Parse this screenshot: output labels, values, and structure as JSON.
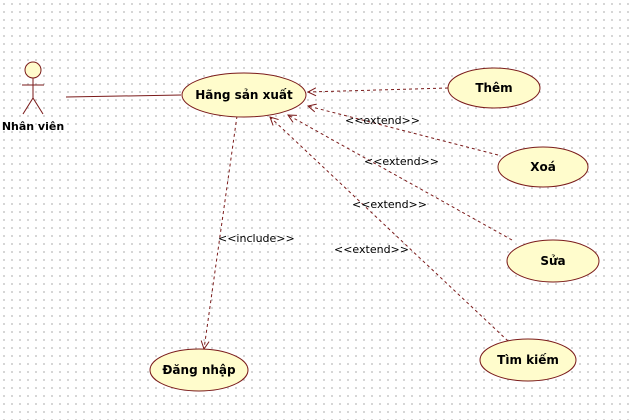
{
  "diagram": {
    "colors": {
      "ellipse_fill": "#fffccc",
      "stroke": "#7a1a1a",
      "text": "#000000"
    },
    "actor": {
      "label": "Nhân viên"
    },
    "use_cases": {
      "main": "Hãng sản xuất",
      "them": "Thêm",
      "xoa": "Xoá",
      "sua": "Sửa",
      "timkiem": "Tìm kiếm",
      "dangnhap": "Đăng nhập"
    },
    "relations": {
      "include": "<<include>>",
      "extend_them": "<<extend>>",
      "extend_xoa": "<<extend>>",
      "extend_sua": "<<extend>>",
      "extend_timkiem": "<<extend>>"
    }
  }
}
